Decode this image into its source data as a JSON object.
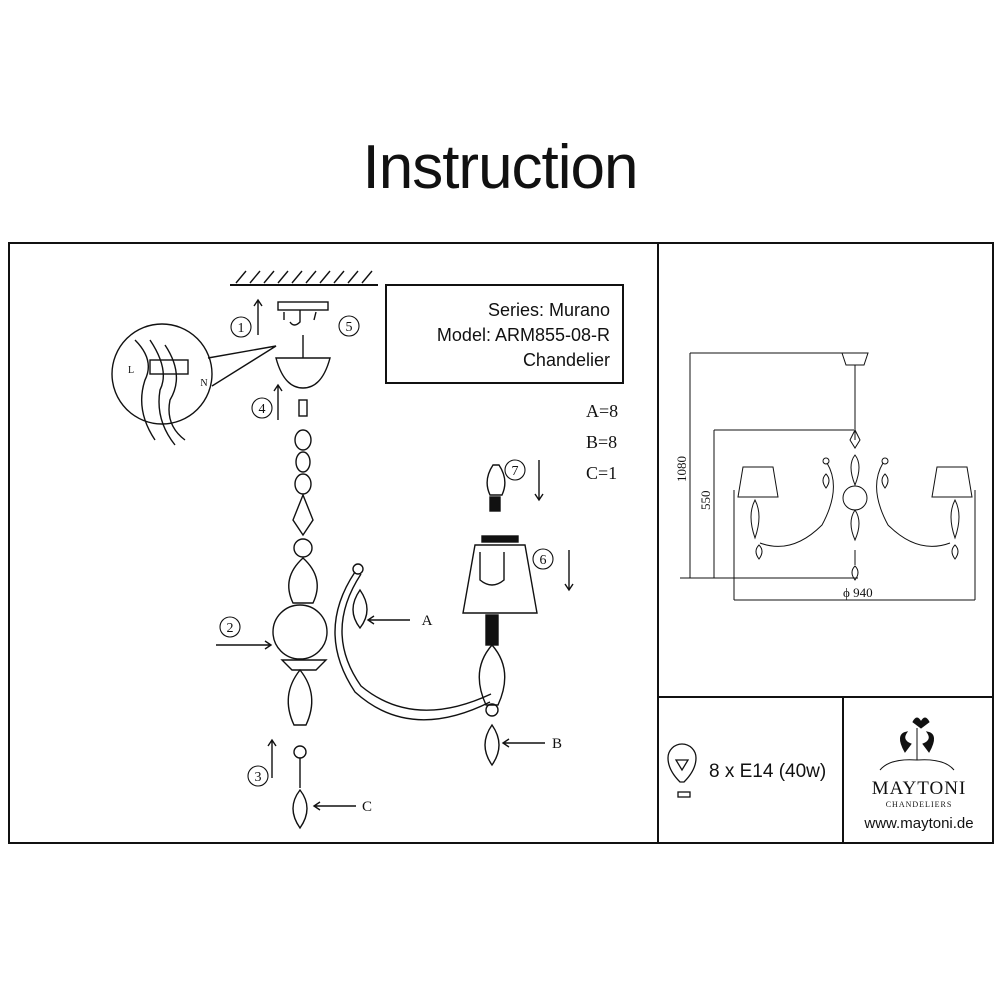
{
  "title": "Instruction",
  "info": {
    "series": "Series: Murano",
    "model": "Model: ARM855-08-R",
    "type": "Chandelier"
  },
  "quantities": [
    "A=8",
    "B=8",
    "C=1"
  ],
  "steps": [
    "1",
    "2",
    "3",
    "4",
    "5",
    "6",
    "7"
  ],
  "part_labels": {
    "a": "A",
    "b": "B",
    "c": "C"
  },
  "wiring_labels": {
    "l": "L",
    "n": "N"
  },
  "dimensions": {
    "height_total": "1080",
    "height_body": "550",
    "diameter": "ϕ 940"
  },
  "bulb": {
    "spec": "8 x E14 (40w)",
    "icon": "light-bulb-icon"
  },
  "brand": {
    "name": "MAYTONI",
    "subtitle": "CHANDELIERS",
    "url": "www.maytoni.de"
  }
}
